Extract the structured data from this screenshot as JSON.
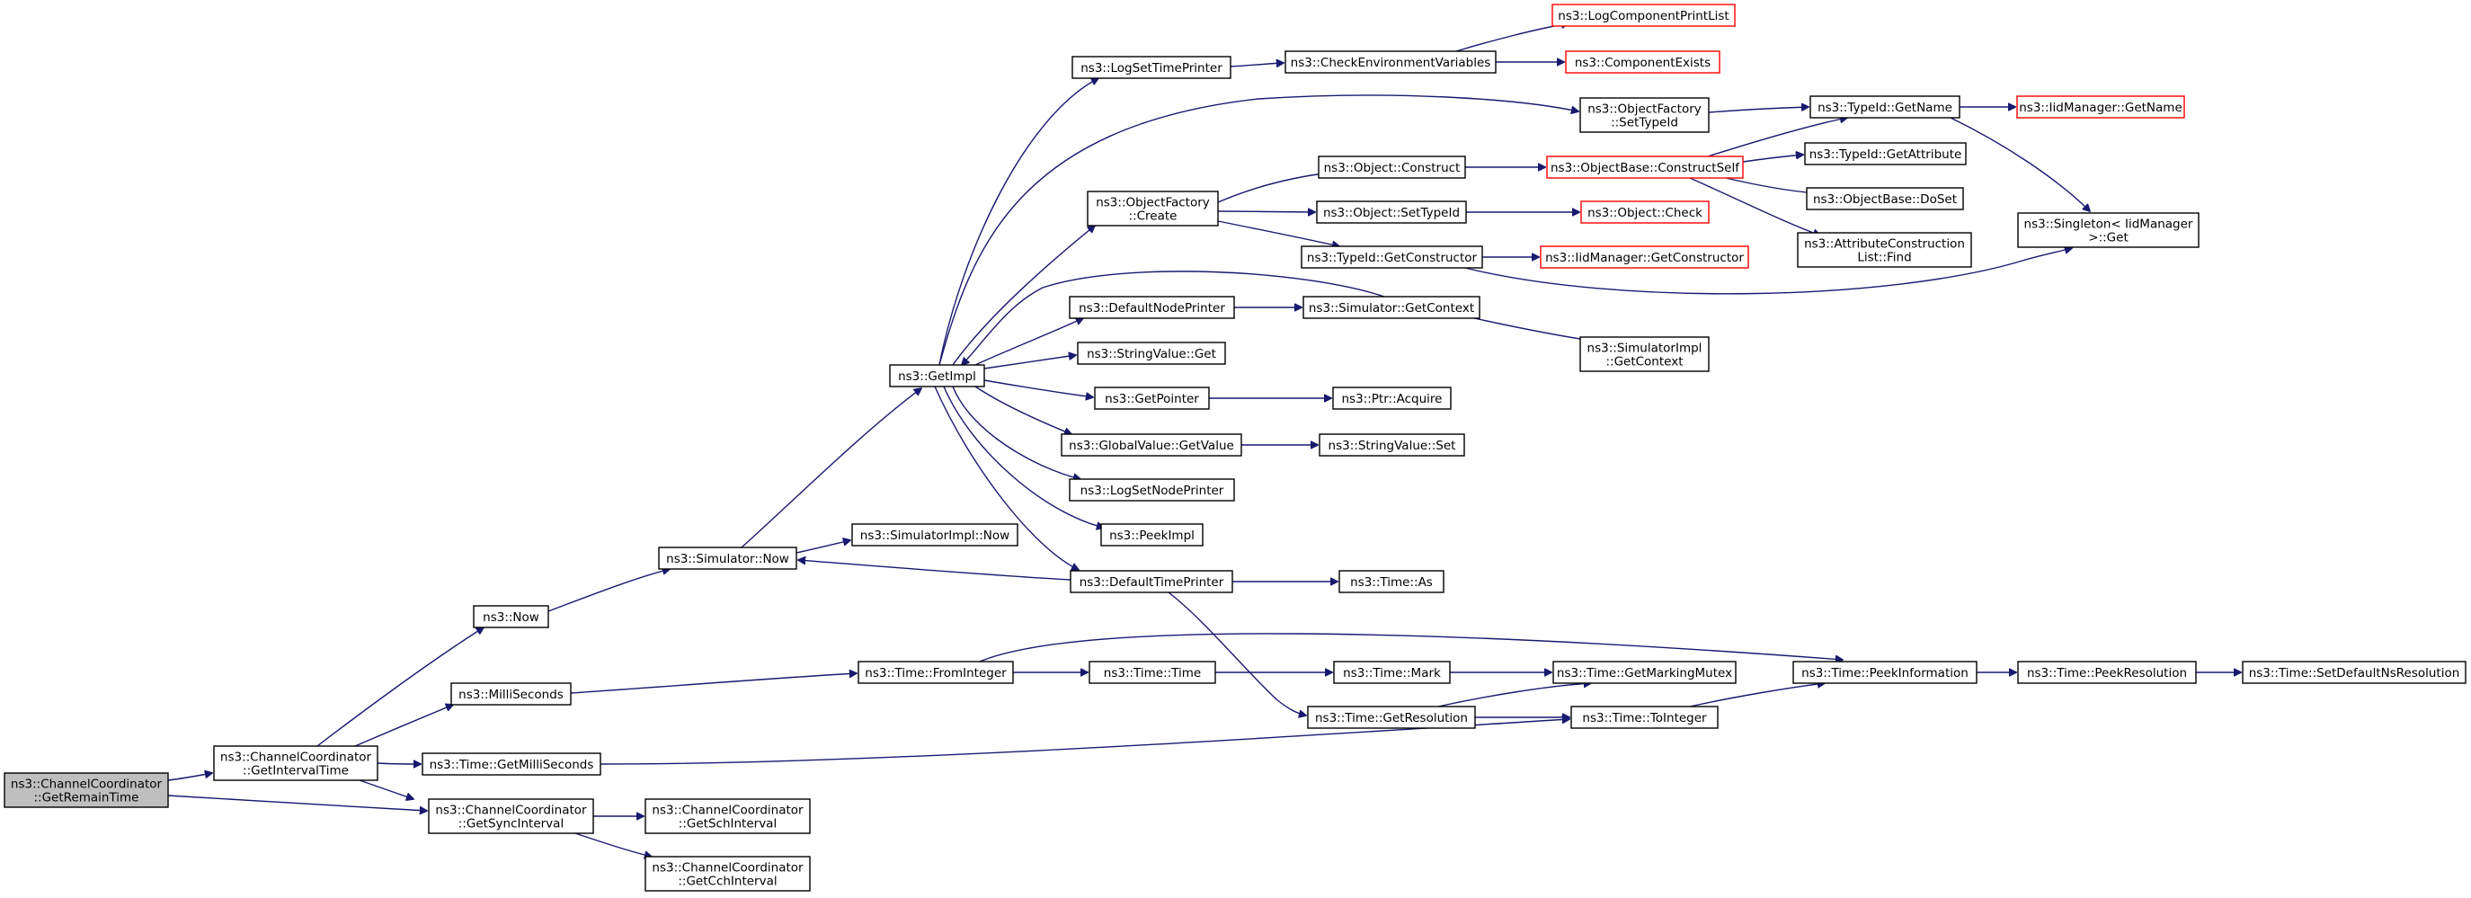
{
  "graph": {
    "edge_color": "#191970",
    "node_border": "#000000",
    "truncated_node_border": "#ff0000",
    "root_fill": "#bfbfbf",
    "nodes": [
      {
        "id": "root",
        "lines": [
          "ns3::ChannelCoordinator",
          "::GetRemainTime"
        ],
        "truncated": false,
        "root": true
      },
      {
        "id": "getIntervalTime",
        "lines": [
          "ns3::ChannelCoordinator",
          "::GetIntervalTime"
        ],
        "truncated": false
      },
      {
        "id": "getSyncInterval",
        "lines": [
          "ns3::ChannelCoordinator",
          "::GetSyncInterval"
        ],
        "truncated": false
      },
      {
        "id": "getSchInterval",
        "lines": [
          "ns3::ChannelCoordinator",
          "::GetSchInterval"
        ],
        "truncated": false
      },
      {
        "id": "getCchInterval",
        "lines": [
          "ns3::ChannelCoordinator",
          "::GetCchInterval"
        ],
        "truncated": false
      },
      {
        "id": "now",
        "lines": [
          "ns3::Now"
        ],
        "truncated": false
      },
      {
        "id": "milliSeconds",
        "lines": [
          "ns3::MilliSeconds"
        ],
        "truncated": false
      },
      {
        "id": "getMilliSeconds",
        "lines": [
          "ns3::Time::GetMilliSeconds"
        ],
        "truncated": false
      },
      {
        "id": "simNow",
        "lines": [
          "ns3::Simulator::Now"
        ],
        "truncated": false
      },
      {
        "id": "getImpl",
        "lines": [
          "ns3::GetImpl"
        ],
        "truncated": false
      },
      {
        "id": "simImplNow",
        "lines": [
          "ns3::SimulatorImpl::Now"
        ],
        "truncated": false
      },
      {
        "id": "fromInteger",
        "lines": [
          "ns3::Time::FromInteger"
        ],
        "truncated": false
      },
      {
        "id": "logSetTimePrinter",
        "lines": [
          "ns3::LogSetTimePrinter"
        ],
        "truncated": false
      },
      {
        "id": "objFactoryCreate",
        "lines": [
          "ns3::ObjectFactory",
          "::Create"
        ],
        "truncated": false
      },
      {
        "id": "defaultNodePrinter",
        "lines": [
          "ns3::DefaultNodePrinter"
        ],
        "truncated": false
      },
      {
        "id": "stringValueGet",
        "lines": [
          "ns3::StringValue::Get"
        ],
        "truncated": false
      },
      {
        "id": "getPointer",
        "lines": [
          "ns3::GetPointer"
        ],
        "truncated": false
      },
      {
        "id": "globalValueGetValue",
        "lines": [
          "ns3::GlobalValue::GetValue"
        ],
        "truncated": false
      },
      {
        "id": "logSetNodePrinter",
        "lines": [
          "ns3::LogSetNodePrinter"
        ],
        "truncated": false
      },
      {
        "id": "peekImpl",
        "lines": [
          "ns3::PeekImpl"
        ],
        "truncated": false
      },
      {
        "id": "defaultTimePrinter",
        "lines": [
          "ns3::DefaultTimePrinter"
        ],
        "truncated": false
      },
      {
        "id": "timeTime",
        "lines": [
          "ns3::Time::Time"
        ],
        "truncated": false
      },
      {
        "id": "checkEnvVars",
        "lines": [
          "ns3::CheckEnvironmentVariables"
        ],
        "truncated": false
      },
      {
        "id": "objFactorySetTypeId",
        "lines": [
          "ns3::ObjectFactory",
          "::SetTypeId"
        ],
        "truncated": false
      },
      {
        "id": "objConstruct",
        "lines": [
          "ns3::Object::Construct"
        ],
        "truncated": false
      },
      {
        "id": "objSetTypeId",
        "lines": [
          "ns3::Object::SetTypeId"
        ],
        "truncated": false
      },
      {
        "id": "typeIdGetConstructor",
        "lines": [
          "ns3::TypeId::GetConstructor"
        ],
        "truncated": false
      },
      {
        "id": "simGetContext",
        "lines": [
          "ns3::Simulator::GetContext"
        ],
        "truncated": false
      },
      {
        "id": "ptrAcquire",
        "lines": [
          "ns3::Ptr::Acquire"
        ],
        "truncated": false
      },
      {
        "id": "stringValueSet",
        "lines": [
          "ns3::StringValue::Set"
        ],
        "truncated": false
      },
      {
        "id": "timeAs",
        "lines": [
          "ns3::Time::As"
        ],
        "truncated": false
      },
      {
        "id": "timeMark",
        "lines": [
          "ns3::Time::Mark"
        ],
        "truncated": false
      },
      {
        "id": "timeGetResolution",
        "lines": [
          "ns3::Time::GetResolution"
        ],
        "truncated": false
      },
      {
        "id": "logComponentPrintList",
        "lines": [
          "ns3::LogComponentPrintList"
        ],
        "truncated": true
      },
      {
        "id": "componentExists",
        "lines": [
          "ns3::ComponentExists"
        ],
        "truncated": true
      },
      {
        "id": "objBaseConstructSelf",
        "lines": [
          "ns3::ObjectBase::ConstructSelf"
        ],
        "truncated": true
      },
      {
        "id": "objCheck",
        "lines": [
          "ns3::Object::Check"
        ],
        "truncated": true
      },
      {
        "id": "iidMgrGetConstructor",
        "lines": [
          "ns3::IidManager::GetConstructor"
        ],
        "truncated": true
      },
      {
        "id": "simImplGetContext",
        "lines": [
          "ns3::SimulatorImpl",
          "::GetContext"
        ],
        "truncated": false
      },
      {
        "id": "timeGetMarkingMutex",
        "lines": [
          "ns3::Time::GetMarkingMutex"
        ],
        "truncated": false
      },
      {
        "id": "timeToInteger",
        "lines": [
          "ns3::Time::ToInteger"
        ],
        "truncated": false
      },
      {
        "id": "typeIdGetName",
        "lines": [
          "ns3::TypeId::GetName"
        ],
        "truncated": false
      },
      {
        "id": "typeIdGetAttribute",
        "lines": [
          "ns3::TypeId::GetAttribute"
        ],
        "truncated": false
      },
      {
        "id": "objBaseDoSet",
        "lines": [
          "ns3::ObjectBase::DoSet"
        ],
        "truncated": false
      },
      {
        "id": "attrConstructionListFind",
        "lines": [
          "ns3::AttributeConstruction",
          "List::Find"
        ],
        "truncated": false
      },
      {
        "id": "timePeekInformation",
        "lines": [
          "ns3::Time::PeekInformation"
        ],
        "truncated": false
      },
      {
        "id": "iidMgrGetName",
        "lines": [
          "ns3::IidManager::GetName"
        ],
        "truncated": true
      },
      {
        "id": "singletonGet",
        "lines": [
          "ns3::Singleton< IidManager",
          ">::Get"
        ],
        "truncated": false
      },
      {
        "id": "timePeekResolution",
        "lines": [
          "ns3::Time::PeekResolution"
        ],
        "truncated": false
      },
      {
        "id": "timeSetDefaultNsResolution",
        "lines": [
          "ns3::Time::SetDefaultNsResolution"
        ],
        "truncated": false
      }
    ]
  }
}
